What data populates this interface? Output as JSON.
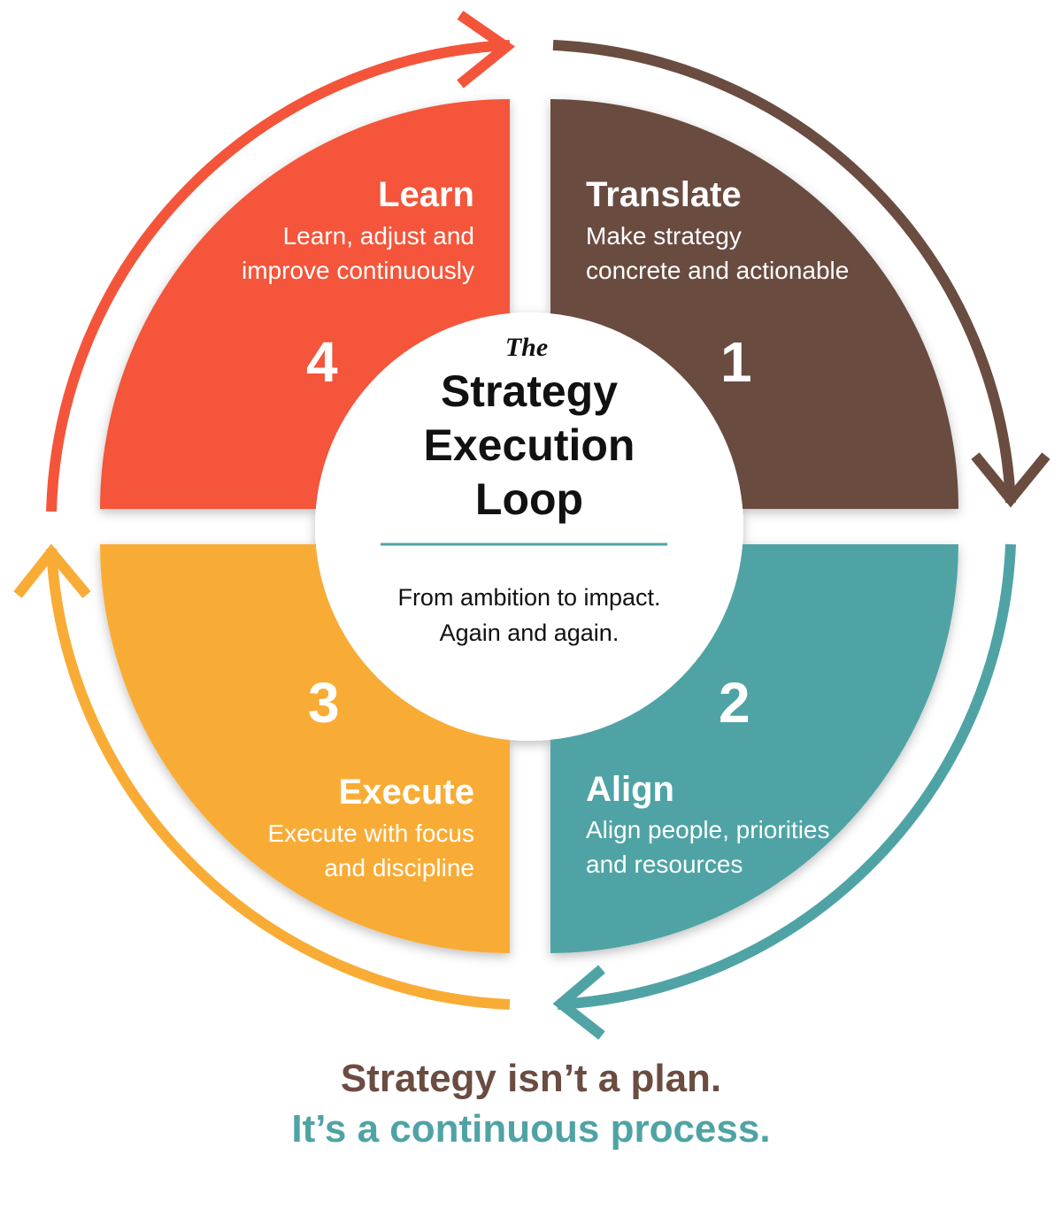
{
  "colors": {
    "learn": "#F4553A",
    "translate": "#6B4C40",
    "align": "#4FA3A5",
    "execute": "#F9AC35"
  },
  "center": {
    "the": "The",
    "title_line1": "Strategy",
    "title_line2": "Execution",
    "title_line3": "Loop",
    "tagline_line1": "From ambition to impact.",
    "tagline_line2": "Again and again."
  },
  "quadrants": {
    "translate": {
      "number": "1",
      "title": "Translate",
      "desc_line1": "Make strategy",
      "desc_line2": "concrete and actionable"
    },
    "align": {
      "number": "2",
      "title": "Align",
      "desc_line1": "Align people, priorities",
      "desc_line2": "and resources"
    },
    "execute": {
      "number": "3",
      "title": "Execute",
      "desc_line1": "Execute with focus",
      "desc_line2": "and discipline"
    },
    "learn": {
      "number": "4",
      "title": "Learn",
      "desc_line1": "Learn, adjust and",
      "desc_line2": "improve continuously"
    }
  },
  "footer": {
    "line1": "Strategy isn’t a plan.",
    "line2": "It’s a continuous process."
  }
}
